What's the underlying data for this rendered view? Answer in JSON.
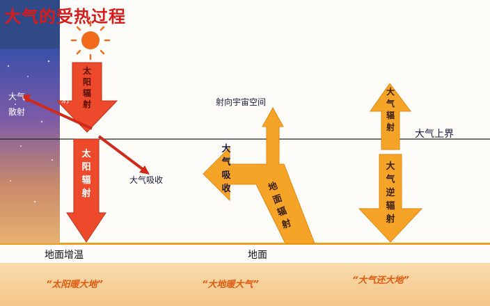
{
  "title": "大气的受热过程",
  "colors": {
    "solar_arrow": "#ec4a2a",
    "terrestrial_arrow": "#f6a428",
    "ground_band": "#f7d29c",
    "boundary_line": "#222222",
    "title": "#d81b1b"
  },
  "icons": [
    "sun-icon"
  ],
  "labels": {
    "left_reflect": "大气",
    "left_reflect_tail": "射",
    "left_scatter": "散射",
    "solar_radiation": "太阳辐射",
    "solar_radiation_lower": "太阳辐射",
    "atmo_absorb_left": "大气吸收",
    "space_emission": "射向宇宙空间",
    "atmo_absorb_middle": "大气吸收",
    "ground_radiation": "地面辐射",
    "atmo_radiation": "大气辐射",
    "atmo_counter_radiation": "大气逆辐射",
    "atmosphere_top": "大气上界",
    "ground_warming": "地面增温",
    "ground": "地面"
  },
  "captions": {
    "left": "“太阳暖大地”",
    "middle": "“大地暖大气”",
    "right": "“大气还大地”"
  }
}
